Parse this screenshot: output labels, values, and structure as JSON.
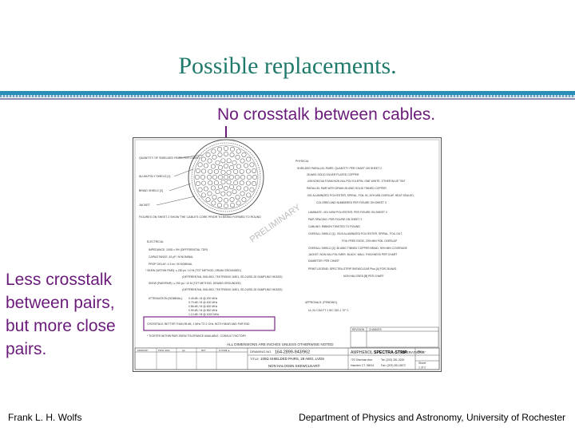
{
  "slide": {
    "title": "Possible replacements.",
    "callout_top": "No crosstalk between cables.",
    "callout_left": [
      "Less crosstalk",
      "between pairs,",
      "but more close",
      "pairs."
    ],
    "footer_left": "Frank L. H. Wolfs",
    "footer_right": "Department of Physics and Astronomy, University of Rochester"
  },
  "drawing": {
    "watermark": "PRELIMINARY",
    "left_labels": [
      "QUANTITY OF SHIELDED PAIRS PER CHART",
      "ALUM-POLY SHIELD [1]",
      "BRAID SHIELD [2]",
      "JACKET",
      "FIGURES ON SHEET 2 SHOW THE CABLE'S CORE PRIOR TO BEING FORMED TO ROUND"
    ],
    "physical_heading": "PHYSICAL",
    "physical_lines": [
      "SHIELDED PARALLEL PAIRS, QUANTITY PER CHART ON SHEET 2",
      "28 AWG SOLID SILVER PLATED COPPER",
      ".035 NOM DIA FOAM NON HAL POLYOLEFIN, ONE WHITE, OTHER BLUE TINT",
      "PARALLEL PAIR WITH DRAIN   28 AWG SOLID TINNED COPPER",
      ".001 ALUMINIZED POLYESTER, SPIRAL, FOIL IN, 20% MIN OVERLAP, HEAT SEALED,",
      "COLORED AND NUMBERED PER FIGURE ON SHEET 3",
      "LAMINATE:        .001 NOM POLYESTER, PER FIGURE ON SHEET 2",
      "PAIR SPACING:    PER FIGURE ON SHEET 2",
      "CABLING:         RIBBON TWISTED TO ROUND",
      "OVERALL SHIELD [1]:  .0015 ALUMINIZED POLYESTER, SPIRAL, FOIL OUT,",
      "FOIL FREE EDGE, 20% MIN FOIL OVERLAP",
      "OVERALL SHIELD [2]:  36 AWG TINNED COPPER BRAID, 90% MIN COVERAGE",
      "JACKET:          NON HAL POLYMER, BLACK, WALL THICKNESS PER CHART",
      "DIAMETER:        PER CHART",
      "PRINT LEGEND:    SPECTRA-STRIP SKEWCLEAR  Plus  [A] FOR 28 AWG",
      "NON HALOGEN  [B] PER CHART"
    ],
    "electrical_heading": "ELECTRICAL",
    "electrical_lines": [
      "IMPEDANCE:       100Ω ± 5%    (DIFFERENTIAL TDR)",
      "CAPACITANCE:     43 pF / M NOMINAL",
      "PROP. DELAY:     4.3 ns / M NOMINAL",
      "* SKEW (WITHIN PAIR):  ≤ 230 ps / 10 M  (TDT METHOD, DRAIN GROUNDED)",
      "(DIFFERENTIAL 50Ω-50Ω, TEKTRONIX 11801, SD-24/SD-26 SAMPLING HEADS)",
      "SKEW (PAIR/PAIR):  ≤ 250 ps / 10 M  (TDT METHOD, DRAINS GROUNDED)",
      "(DIFFERENTIAL 50Ω-50Ω, TEKTRONIX 11801, SD-24/SD-26 SAMPLING HEADS)"
    ],
    "attenuation_label": "ATTENUATION (NOMINAL):",
    "attenuation_values": [
      "0.49 dB / M @ 200 MHz",
      "0.70 dB / M @ 400 MHz",
      "0.86 dB / M @ 600 MHz",
      "0.99 dB / M @ 800 MHz",
      "1.12 dB / M @ 1000 MHz"
    ],
    "crosstalk_line": "CROSSTALK:   BETTER THAN 55 dB, 1 MHz TO 1 GHz, BOTH NEAR AND FAR END",
    "note_line": "* TIGHTER WITHIN PAIR SKEW TOLERANCE AVAILABLE, CONSULT FACTORY",
    "approvals_heading": "APPROVALS: (PENDING)",
    "approvals_line": "UL 2U   CSA FT 1   IEC 332-1   70° C",
    "revision_headers": [
      "REVISION",
      "CHANGES"
    ],
    "dimensions_note": "ALL DIMENSIONS ARE INCHES UNLESS OTHERWISE NOTED",
    "title_block": {
      "drawing_no_label": "DRAWING NO.",
      "drawing_no": "164-2899-943/962",
      "title_label": "TITLE:",
      "title": "100Ω SHIELDED PAIRS, 28 AWG, LVDS",
      "subtitle": "NON HALOGEN SKEWCLEAR®",
      "company": "AMPHENOL",
      "brand": "SPECTRA-STRIP",
      "operations": "OPERATIONS",
      "address1": "720 Sherman Ave.",
      "address2": "Hamden CT. 06514",
      "tel": "Tel: (203) 281-3200",
      "fax": "Fax: (203) 281-5872",
      "rev": "Rev -",
      "sheet_label": "Sheet",
      "sheet": "1 of 2",
      "small_headers": [
        "DRAWN BY",
        "PROD. ENG.",
        "QA",
        "MKT",
        "FUTURE ▲"
      ]
    }
  }
}
